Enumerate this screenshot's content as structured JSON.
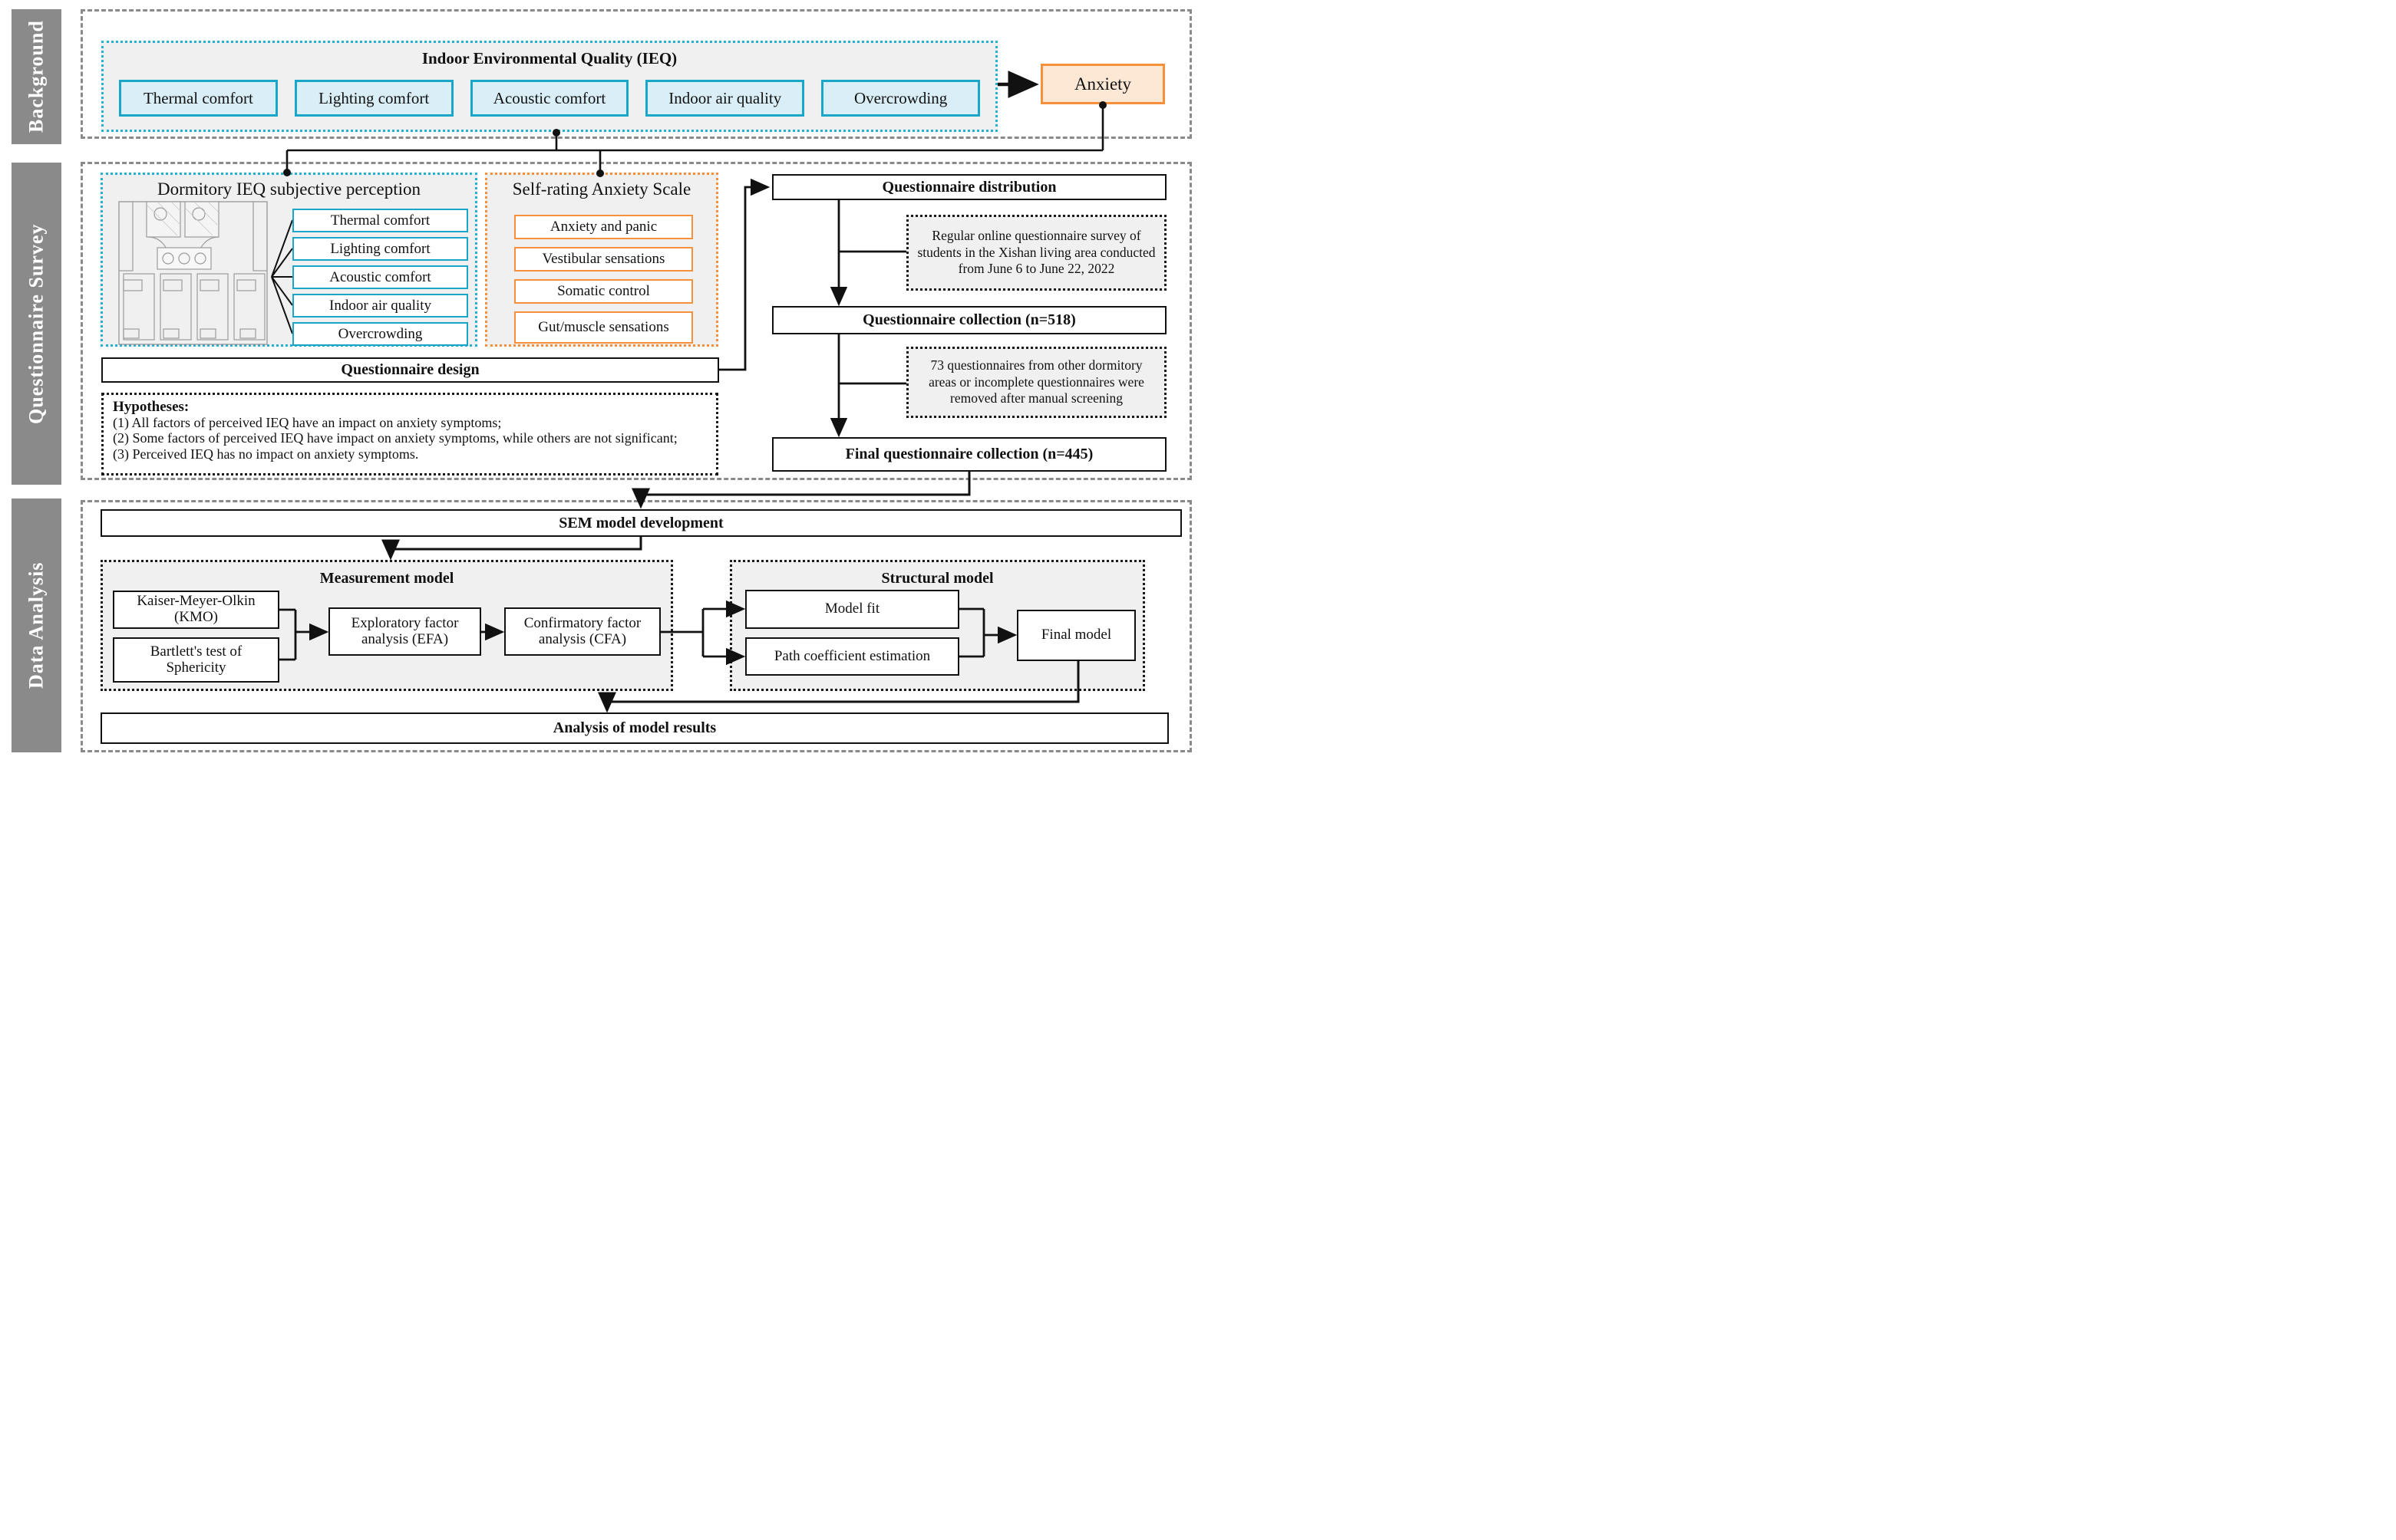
{
  "sidebar": {
    "background": "Background",
    "survey": "Questionnaire Survey",
    "analysis": "Data Analysis"
  },
  "bg": {
    "title": "Indoor Environmental Quality (IEQ)",
    "factors": [
      "Thermal comfort",
      "Lighting comfort",
      "Acoustic comfort",
      "Indoor air quality",
      "Overcrowding"
    ],
    "anxiety": "Anxiety"
  },
  "sv": {
    "dorm": {
      "title": "Dormitory IEQ subjective perception",
      "factors": [
        "Thermal comfort",
        "Lighting comfort",
        "Acoustic comfort",
        "Indoor air quality",
        "Overcrowding"
      ]
    },
    "sas": {
      "title": "Self-rating Anxiety Scale",
      "items": [
        "Anxiety and panic",
        "Vestibular sensations",
        "Somatic control",
        "Gut/muscle sensations"
      ]
    },
    "design": "Questionnaire design",
    "hyp": {
      "heading": "Hypotheses:",
      "items": [
        "(1)  All factors of perceived IEQ have an impact on anxiety symptoms;",
        "(2)  Some factors of perceived IEQ have impact on anxiety symptoms, while others are not significant;",
        "(3)  Perceived IEQ has no impact on anxiety symptoms."
      ]
    },
    "flow": {
      "distribution": "Questionnaire distribution",
      "note1": "Regular online questionnaire survey of students in the Xishan living area conducted from June 6 to June 22, 2022",
      "collection": "Questionnaire collection (n=518)",
      "note2": "73 questionnaires from other dormitory areas or incomplete questionnaires were removed after manual screening",
      "final": "Final questionnaire collection (n=445)"
    }
  },
  "da": {
    "sem": "SEM model development",
    "meas": {
      "title": "Measurement model",
      "kmo": "Kaiser-Meyer-Olkin (KMO)",
      "bartlett": "Bartlett's test of Sphericity",
      "efa": "Exploratory factor analysis (EFA)",
      "cfa": "Confirmatory factor analysis (CFA)"
    },
    "struct": {
      "title": "Structural model",
      "fit": "Model fit",
      "path": "Path coefficient estimation",
      "final": "Final model"
    },
    "results": "Analysis of model results"
  },
  "colors": {
    "teal_border": "#18a7c9",
    "teal_dotted": "#29b0d0",
    "cyan_fill": "#d9eef6",
    "orange_border": "#f5913c",
    "orange_fill": "#fce8d5",
    "panel_gray": "#f0f0f0",
    "sidebar_gray": "#8a8a8a",
    "dash_gray": "#8a8a8a"
  }
}
